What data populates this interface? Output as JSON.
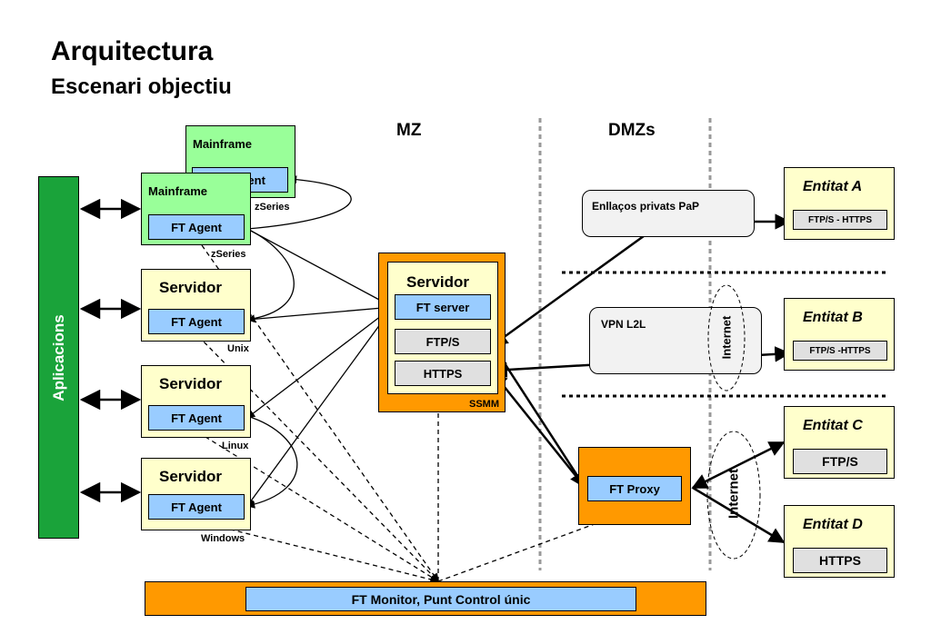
{
  "title": "Arquitectura",
  "subtitle": "Escenari objectiu",
  "zones": {
    "mz": "MZ",
    "dmz": "DMZs"
  },
  "apps": {
    "label": "Aplicacions"
  },
  "mainframe_back": {
    "label": "Mainframe",
    "agent": "FT Agent",
    "os": "zSeries"
  },
  "mainframe_front": {
    "label": "Mainframe",
    "agent": "FT Agent",
    "os": "zSeries"
  },
  "servers": [
    {
      "label": "Servidor",
      "agent": "FT Agent",
      "os": "Unix"
    },
    {
      "label": "Servidor",
      "agent": "FT Agent",
      "os": "Linux"
    },
    {
      "label": "Servidor",
      "agent": "FT Agent",
      "os": "Windows"
    }
  ],
  "ssmm": {
    "label": "Servidor",
    "ft_server": "FT server",
    "ftps": "FTP/S",
    "https": "HTTPS",
    "tag": "SSMM"
  },
  "proxy": {
    "label": "FT Proxy"
  },
  "monitor": {
    "label": "FT Monitor, Punt Control únic"
  },
  "links": {
    "pap": "Enllaços privats PaP",
    "vpn": "VPN L2L",
    "internet1": "Internet",
    "internet2": "Internet"
  },
  "entities": [
    {
      "name": "Entitat A",
      "protocol": "FTP/S - HTTPS"
    },
    {
      "name": "Entitat B",
      "protocol": "FTP/S -HTTPS"
    },
    {
      "name": "Entitat C",
      "protocol": "FTP/S"
    },
    {
      "name": "Entitat D",
      "protocol": "HTTPS"
    }
  ],
  "colors": {
    "apps_green": "#1aa33a",
    "mainframe_green": "#99ff99",
    "server_yellow": "#ffffcc",
    "agent_blue": "#99ccff",
    "ssmm_orange": "#ff9900",
    "protocol_grey": "#e0e0e0"
  }
}
